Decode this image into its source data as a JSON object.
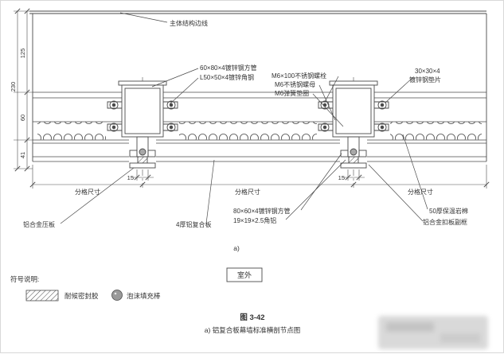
{
  "title": {
    "figure": "图 3-42",
    "caption": "a) 铝复合板幕墙标准横剖节点图"
  },
  "labels": {
    "structure_edge": "主体结构边线",
    "tube_vertical": "60×80×4镀锌钢方管",
    "angle_steel": "L50×50×4镀锌角钢",
    "bolt": "M6×100不锈钢螺栓",
    "nut": "M6不锈钢螺母",
    "washer": "M6弹簧垫圈",
    "shim_line1": "30×30×4",
    "shim_line2": "镀锌钢垫片",
    "pressure_plate": "铝合金压板",
    "acp_panel": "4厚铝复合板",
    "tube_horizontal": "80×60×4镀锌钢方管",
    "angle_aluminum": "19×19×2.5角铝",
    "rock_wool": "50厚保温岩棉",
    "subframe": "铝合金扣板副框",
    "section_marker": "a)",
    "outdoor": "室外"
  },
  "dimensions": {
    "d230": "230",
    "d125": "125",
    "d60": "60",
    "d41": "41",
    "d15_left": "15",
    "d15_right": "15",
    "grid_left": "分格尺寸",
    "grid_mid": "分格尺寸",
    "grid_right": "分格尺寸"
  },
  "legend": {
    "title": "符号说明:",
    "sealant": "耐候密封胶",
    "foam": "泡沫填充棒"
  },
  "colors": {
    "line": "#4a4a4a",
    "text": "#333333",
    "background": "#ffffff"
  }
}
